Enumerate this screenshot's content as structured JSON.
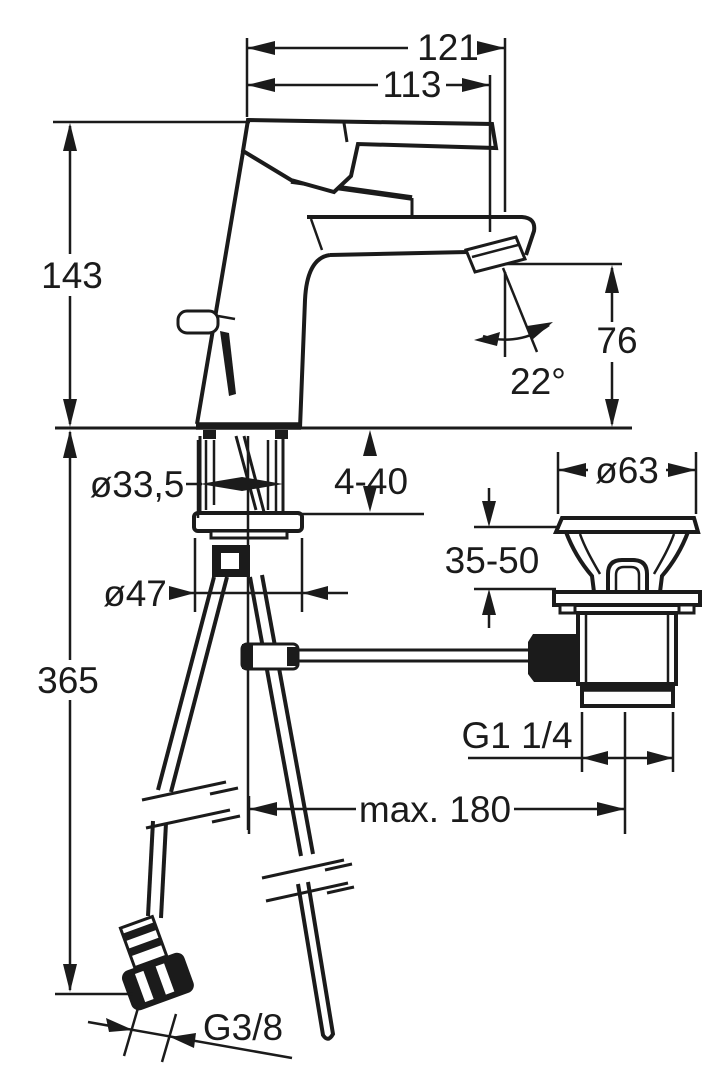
{
  "colors": {
    "ink": "#1b1b1b",
    "paper": "#ffffff"
  },
  "labels": {
    "overall_projection": "121",
    "spout_projection": "113",
    "height_above_deck": "143",
    "outlet_height": "76",
    "outlet_angle": "22°",
    "shank_diameter": "ø33,5",
    "deck_thickness_range": "4-40",
    "drain_flange_diameter": "ø63",
    "basin_thickness_range": "35-50",
    "base_flange_diameter": "ø47",
    "length_below_deck": "365",
    "drain_thread": "G1 1/4",
    "max_center_distance": "max. 180",
    "supply_thread": "G3/8"
  }
}
